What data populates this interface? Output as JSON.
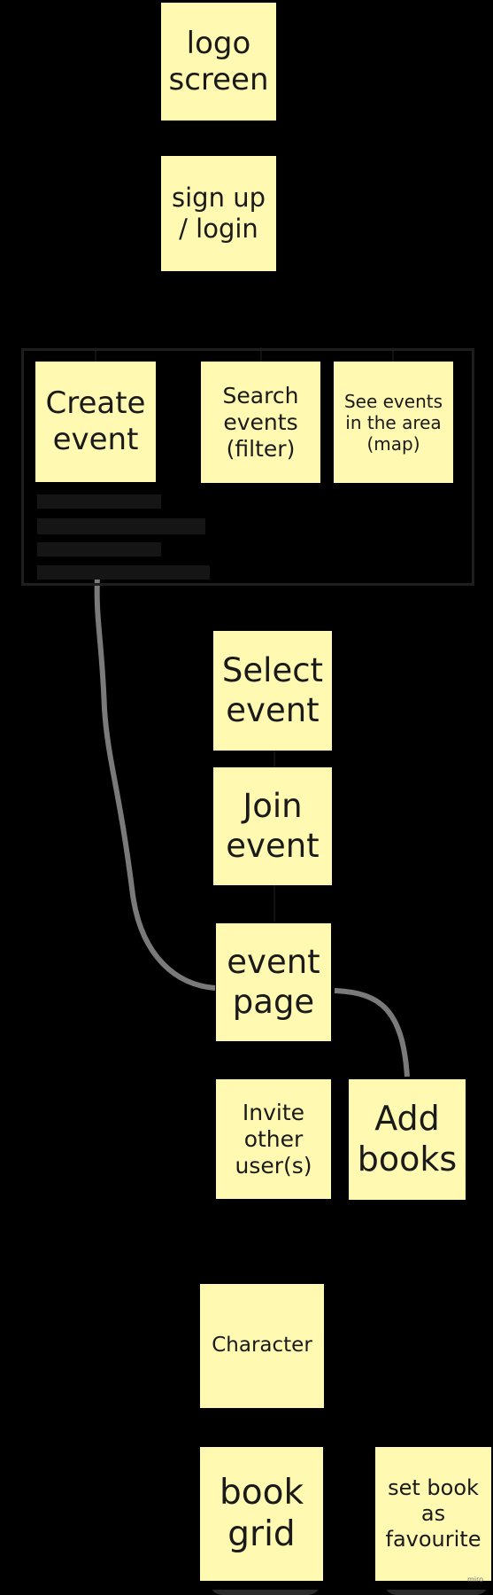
{
  "diagram": {
    "background": "#000000",
    "note_color": "#fff9b1",
    "connector_color": "#7a7a7a",
    "notes": [
      {
        "id": "logo",
        "text": "logo\nscreen"
      },
      {
        "id": "signup",
        "text": "sign up\n/ login"
      },
      {
        "id": "create",
        "text": "Create\nevent"
      },
      {
        "id": "search",
        "text": "Search\nevents\n(filter)"
      },
      {
        "id": "map",
        "text": "See events\nin the area\n(map)"
      },
      {
        "id": "select",
        "text": "Select\nevent"
      },
      {
        "id": "join",
        "text": "Join\nevent"
      },
      {
        "id": "eventpage",
        "text": "event\npage"
      },
      {
        "id": "invite",
        "text": "Invite\nother\nuser(s)"
      },
      {
        "id": "addbooks",
        "text": "Add\nbooks"
      },
      {
        "id": "character",
        "text": "Character"
      },
      {
        "id": "bookgrid",
        "text": "book\ngrid"
      },
      {
        "id": "favourite",
        "text": "set book\nas\nfavourite"
      }
    ],
    "badge": "miro"
  }
}
